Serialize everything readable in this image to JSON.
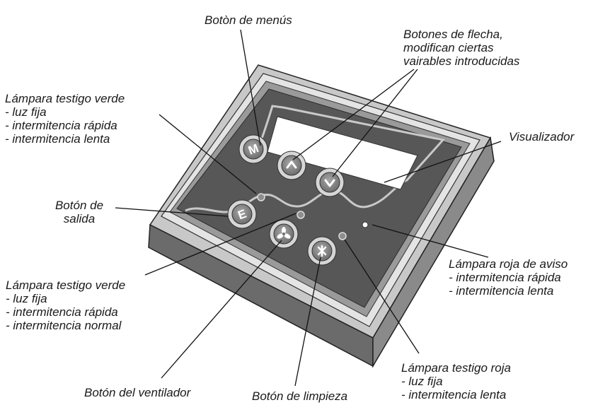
{
  "labels": {
    "menu_button": [
      "Botòn de menús"
    ],
    "arrow_buttons": [
      "Botones de flecha,",
      "modifican ciertas",
      "vairables introducidas"
    ],
    "green_lamp_top": [
      "Lámpara testigo verde",
      "- luz fija",
      "- intermitencia rápida",
      "- intermitencia lenta"
    ],
    "display": [
      "Visualizador"
    ],
    "exit_button": [
      "Botón de",
      "salida"
    ],
    "red_warning_lamp": [
      "Lámpara roja de aviso",
      "- intermitencia rápida",
      "- intermitencia lenta"
    ],
    "green_lamp_bottom": [
      "Lámpara testigo verde",
      "- luz fija",
      "- intermitencia rápida",
      "- intermitencia normal"
    ],
    "red_lamp": [
      "Lámpara testigo roja",
      "- luz fija",
      "- intermitencia lenta"
    ],
    "fan_button": [
      "Botón del ventilador"
    ],
    "cleaning_button": [
      "Botón de limpieza"
    ]
  },
  "buttons": {
    "menu": "M",
    "up": "^",
    "down": "v",
    "exit": "E"
  },
  "colors": {
    "panel_bg": "#575757",
    "bezel": "#b5b5b5",
    "base": "#7a7a7a",
    "display": "#ffffff",
    "button_ring": "#d9d9d9",
    "button_core": "#8c8c8c"
  }
}
